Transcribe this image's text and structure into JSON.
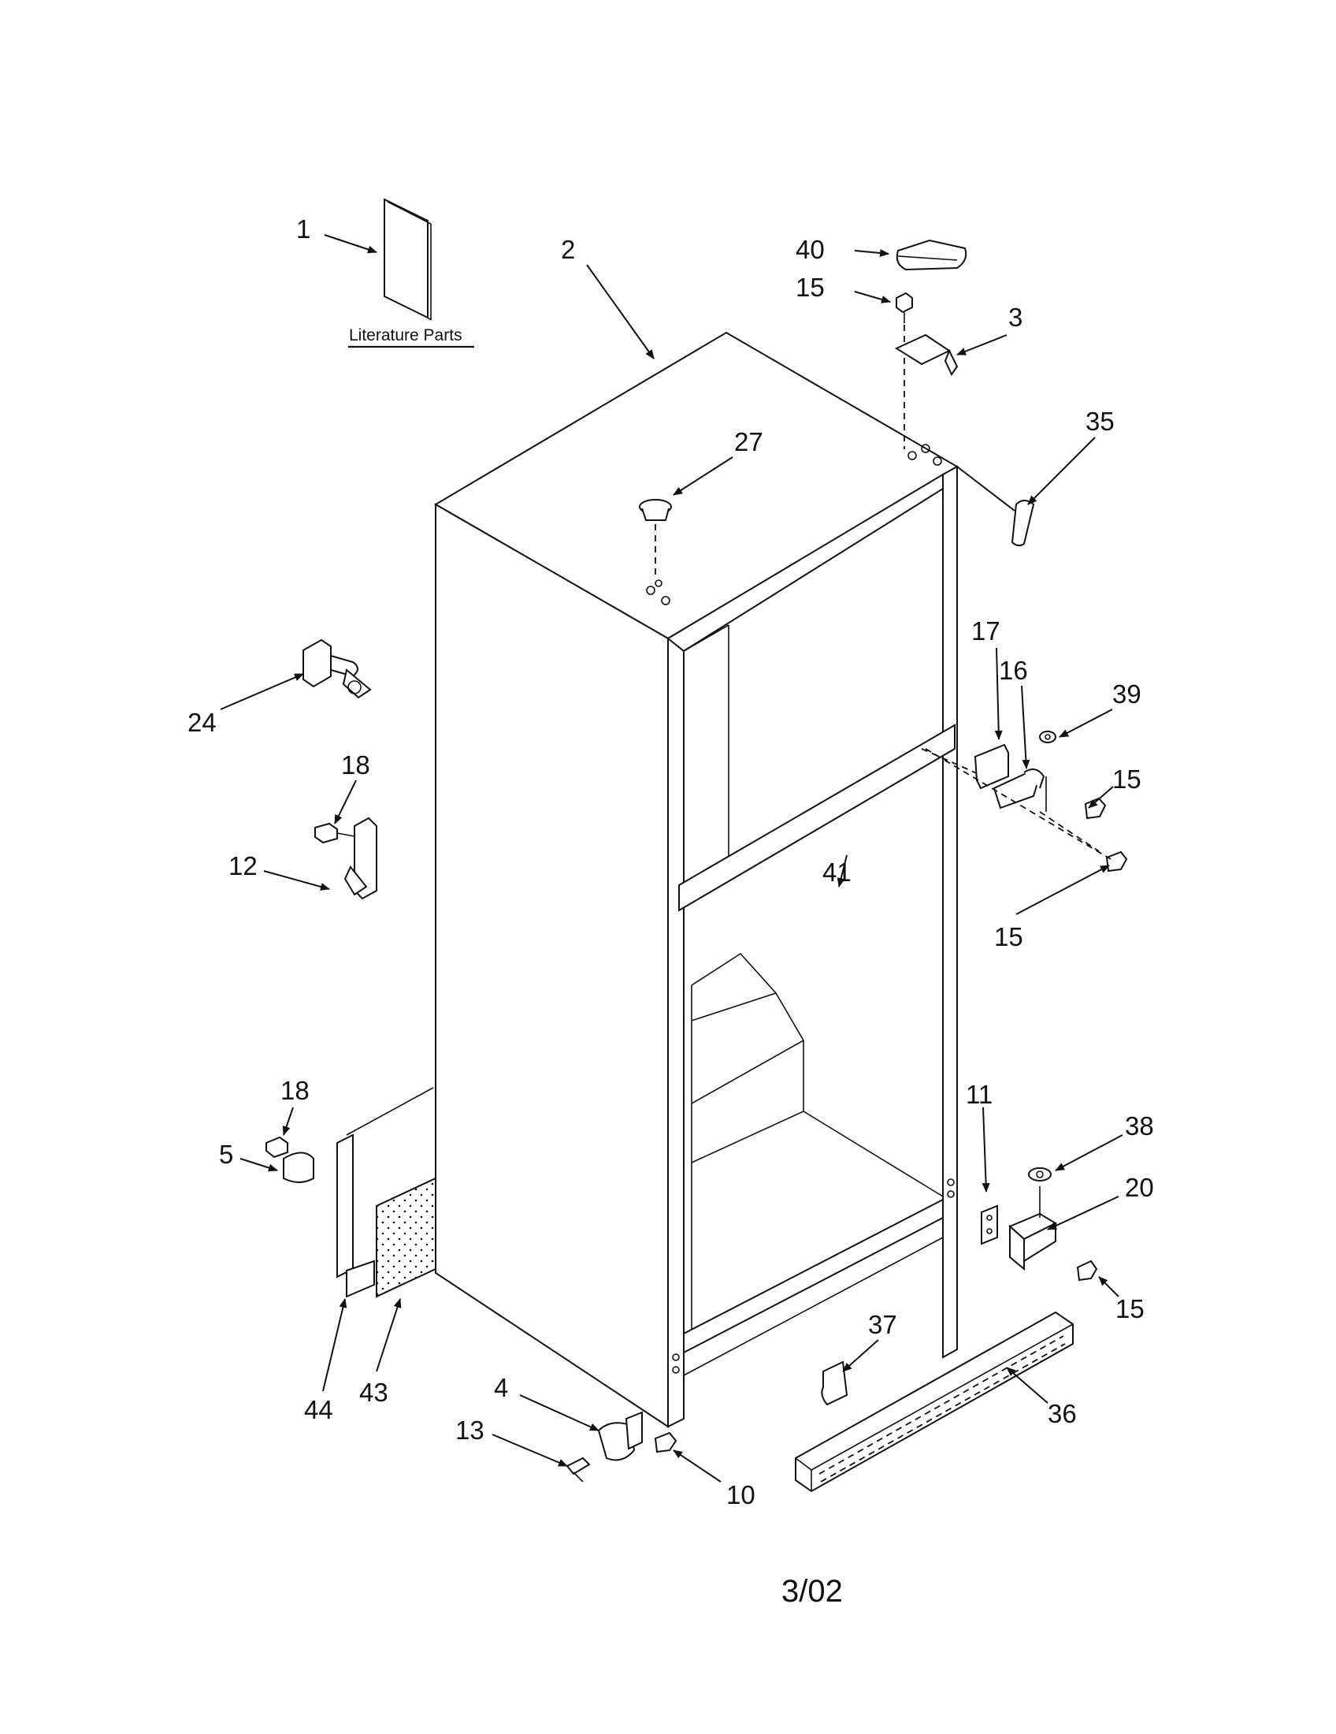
{
  "literature_label": "Literature Parts",
  "revision_date": "3/02",
  "callouts": [
    {
      "id": "c1",
      "text": "1"
    },
    {
      "id": "c2",
      "text": "2"
    },
    {
      "id": "c3",
      "text": "3"
    },
    {
      "id": "c4",
      "text": "4"
    },
    {
      "id": "c5",
      "text": "5"
    },
    {
      "id": "c10",
      "text": "10"
    },
    {
      "id": "c11",
      "text": "11"
    },
    {
      "id": "c12",
      "text": "12"
    },
    {
      "id": "c13",
      "text": "13"
    },
    {
      "id": "c15a",
      "text": "15"
    },
    {
      "id": "c15b",
      "text": "15"
    },
    {
      "id": "c15c",
      "text": "15"
    },
    {
      "id": "c15d",
      "text": "15"
    },
    {
      "id": "c16",
      "text": "16"
    },
    {
      "id": "c17",
      "text": "17"
    },
    {
      "id": "c18a",
      "text": "18"
    },
    {
      "id": "c18b",
      "text": "18"
    },
    {
      "id": "c20",
      "text": "20"
    },
    {
      "id": "c24",
      "text": "24"
    },
    {
      "id": "c27",
      "text": "27"
    },
    {
      "id": "c35",
      "text": "35"
    },
    {
      "id": "c36",
      "text": "36"
    },
    {
      "id": "c37",
      "text": "37"
    },
    {
      "id": "c38",
      "text": "38"
    },
    {
      "id": "c39",
      "text": "39"
    },
    {
      "id": "c40",
      "text": "40"
    },
    {
      "id": "c41",
      "text": "41"
    },
    {
      "id": "c43",
      "text": "43"
    },
    {
      "id": "c44",
      "text": "44"
    }
  ]
}
